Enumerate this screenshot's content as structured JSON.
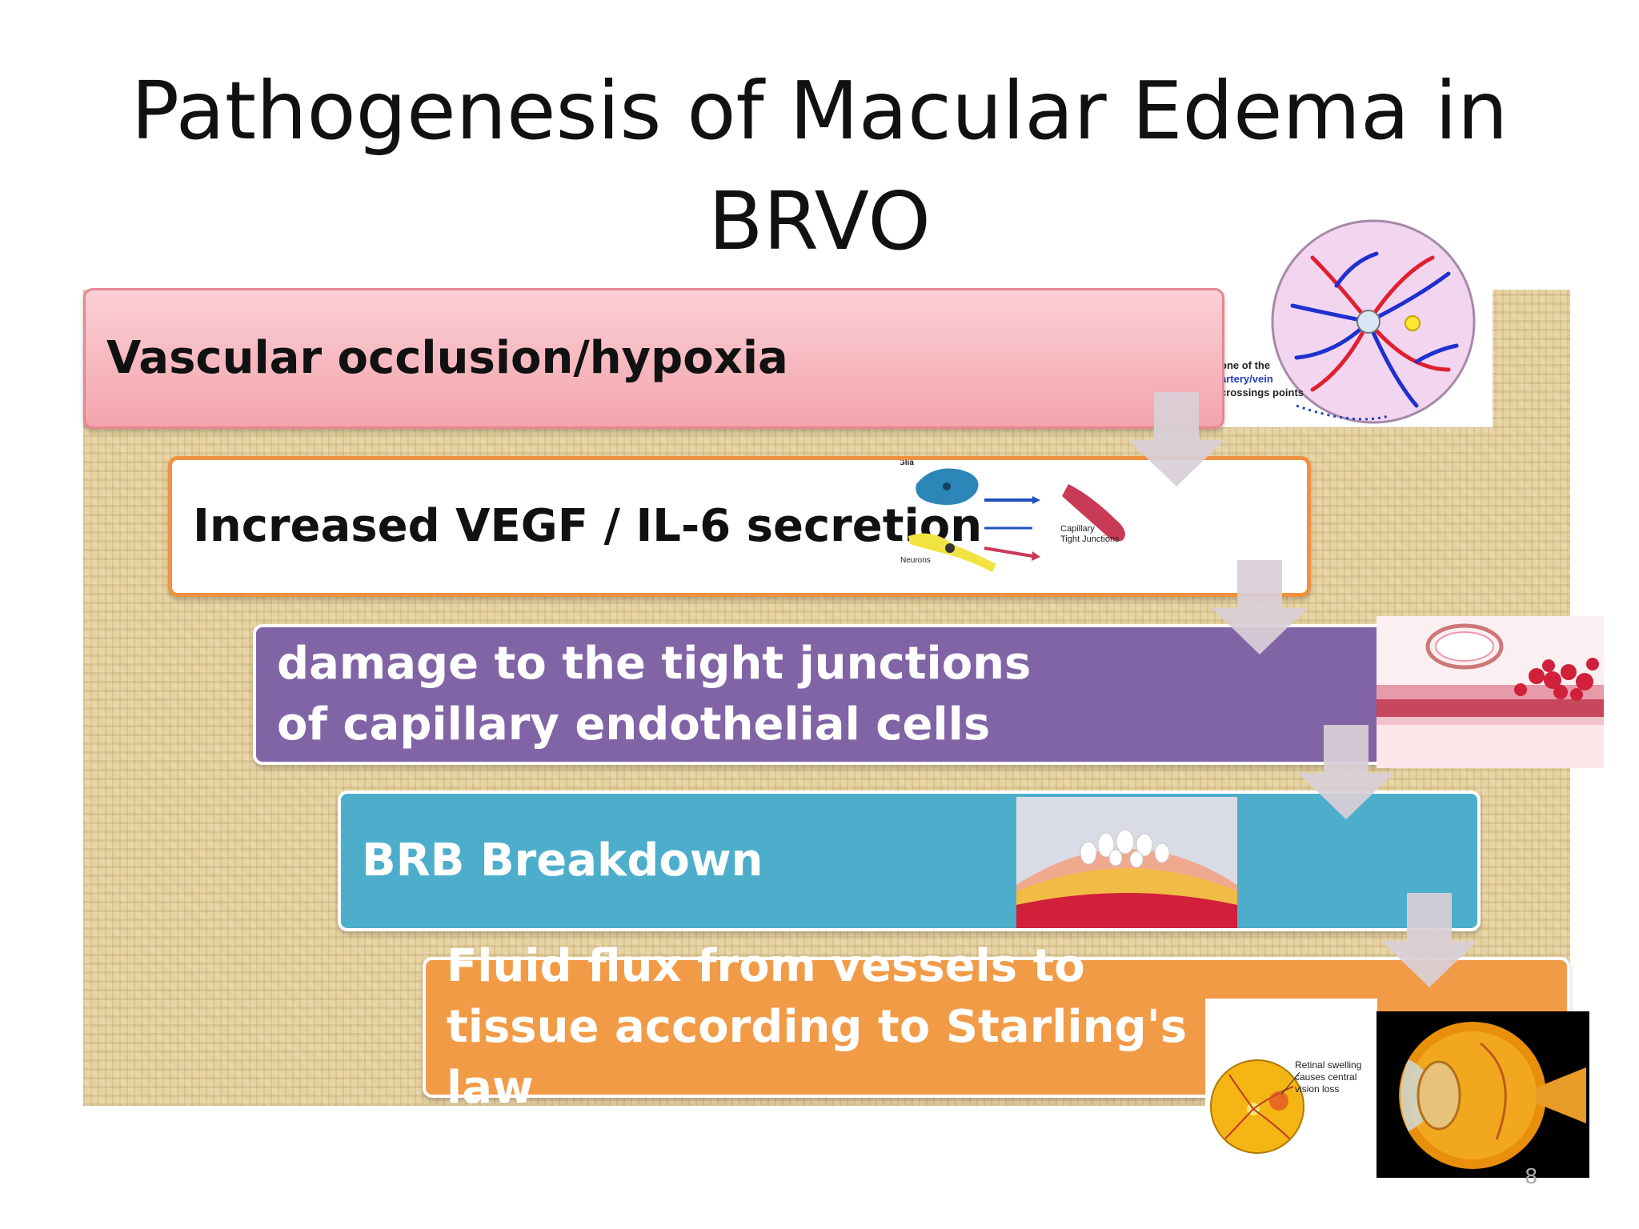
{
  "title": {
    "line1": "Pathogenesis of Macular Edema in",
    "line2": "BRVO"
  },
  "steps": [
    {
      "label": "Vascular occlusion/hypoxia"
    },
    {
      "label": "Increased VEGF / IL-6 secretion"
    },
    {
      "label": "damage to the tight junctions of capillary endothelial cells"
    },
    {
      "label": "BRB Breakdown"
    },
    {
      "label": "Fluid flux from vessels to tissue according to Starling's law"
    }
  ],
  "fundus_diagram": {
    "caption_line1": "one of the",
    "caption_line2": "artery/vein",
    "caption_line3": "crossings points"
  },
  "vegf_diagram": {
    "glia": "Glia",
    "neurons": "Neurons",
    "capillary": "Capillary",
    "tight_junctions": "Tight Junctions"
  },
  "eye_diagram": {
    "caption_line1": "Retinal swelling",
    "caption_line2": "causes central",
    "caption_line3": "vision loss"
  },
  "page_number": "8",
  "colors": {
    "step1": "#f3a4ad",
    "step2": "#ffffff",
    "step3": "#8164a6",
    "step4": "#4daecb",
    "step5": "#f29b47",
    "arrow": "#d9cfd7"
  }
}
